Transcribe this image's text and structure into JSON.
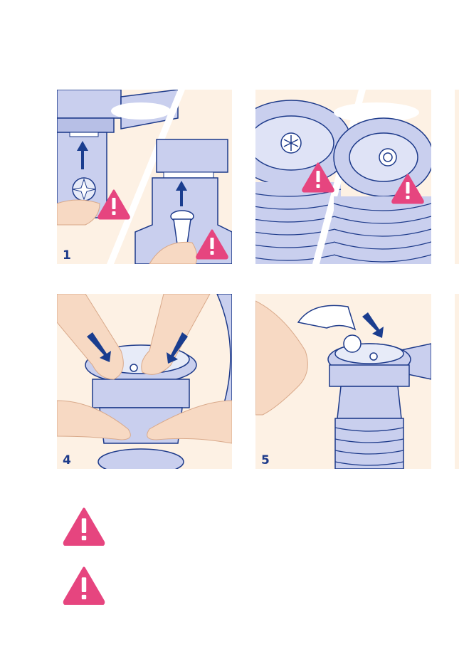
{
  "steps": [
    {
      "number": "1"
    },
    {
      "number": ""
    },
    {
      "number": "4"
    },
    {
      "number": "5"
    }
  ],
  "colors": {
    "panel_bg": "#fdf1e4",
    "device_blue": "#c9cfee",
    "outline_navy": "#1d3a8a",
    "arrow_navy": "#1a3d8f",
    "warning_pink": "#e6457f",
    "skin": "#f7d9c3"
  },
  "icons": [
    "warning-triangle-icon",
    "arrow-up-icon",
    "arrow-down-icon"
  ]
}
